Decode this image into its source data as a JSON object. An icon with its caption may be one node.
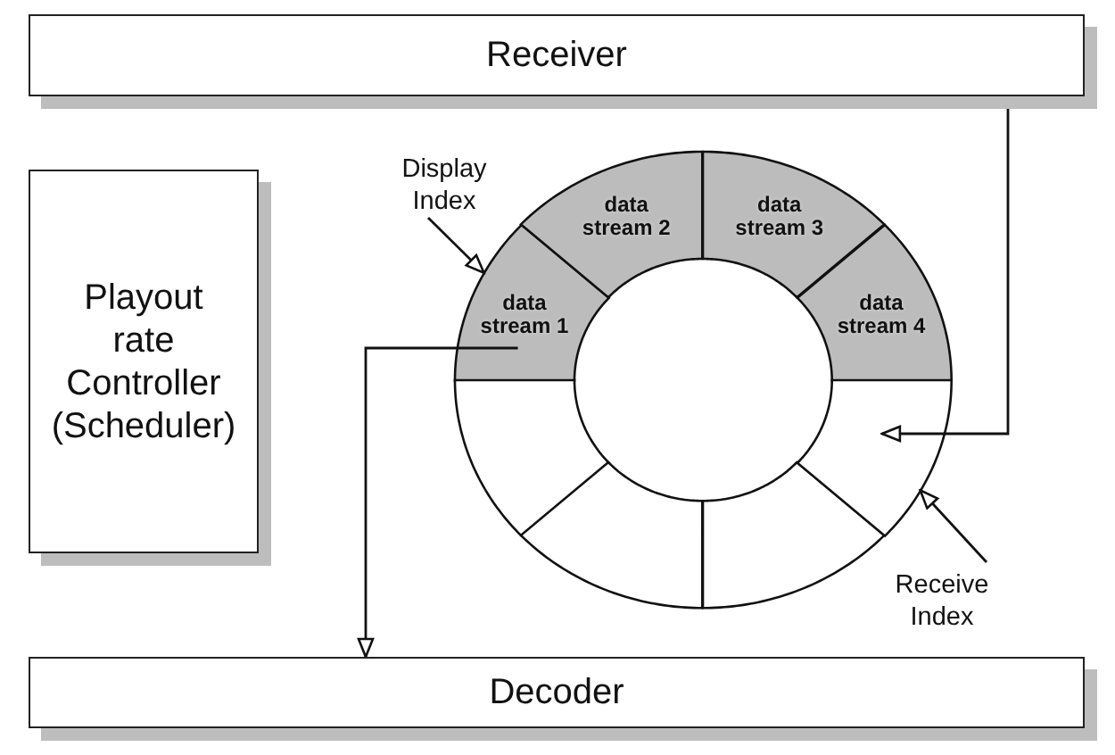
{
  "diagram": {
    "nodes": [
      {
        "text": [
          "Receiver"
        ]
      },
      {
        "text": [
          "Playout rate Controller (Scheduler)"
        ]
      },
      {
        "text": [
          "Display Index"
        ]
      },
      {
        "text": [
          "data stream 1"
        ]
      },
      {
        "text": [
          "data stream 2"
        ]
      },
      {
        "text": [
          "data stream 3"
        ]
      },
      {
        "text": [
          "data stream 4"
        ]
      },
      {
        "text": [],
        "shape": "segment"
      },
      {
        "text": [],
        "shape": "segment"
      },
      {
        "text": [],
        "shape": "segment"
      },
      {
        "text": [],
        "shape": "segment"
      },
      {
        "text": [
          "Receive Index"
        ]
      },
      {
        "text": [
          "Decoder"
        ]
      }
    ],
    "edges": [
      {
        "from": 0,
        "to": 10,
        "arrow": "to"
      },
      {
        "from": 2,
        "to": 3,
        "arrow": "to"
      },
      {
        "from": 11,
        "to": 10,
        "arrow": "to"
      },
      {
        "from": 3,
        "to": 12,
        "arrow": "to"
      }
    ]
  }
}
